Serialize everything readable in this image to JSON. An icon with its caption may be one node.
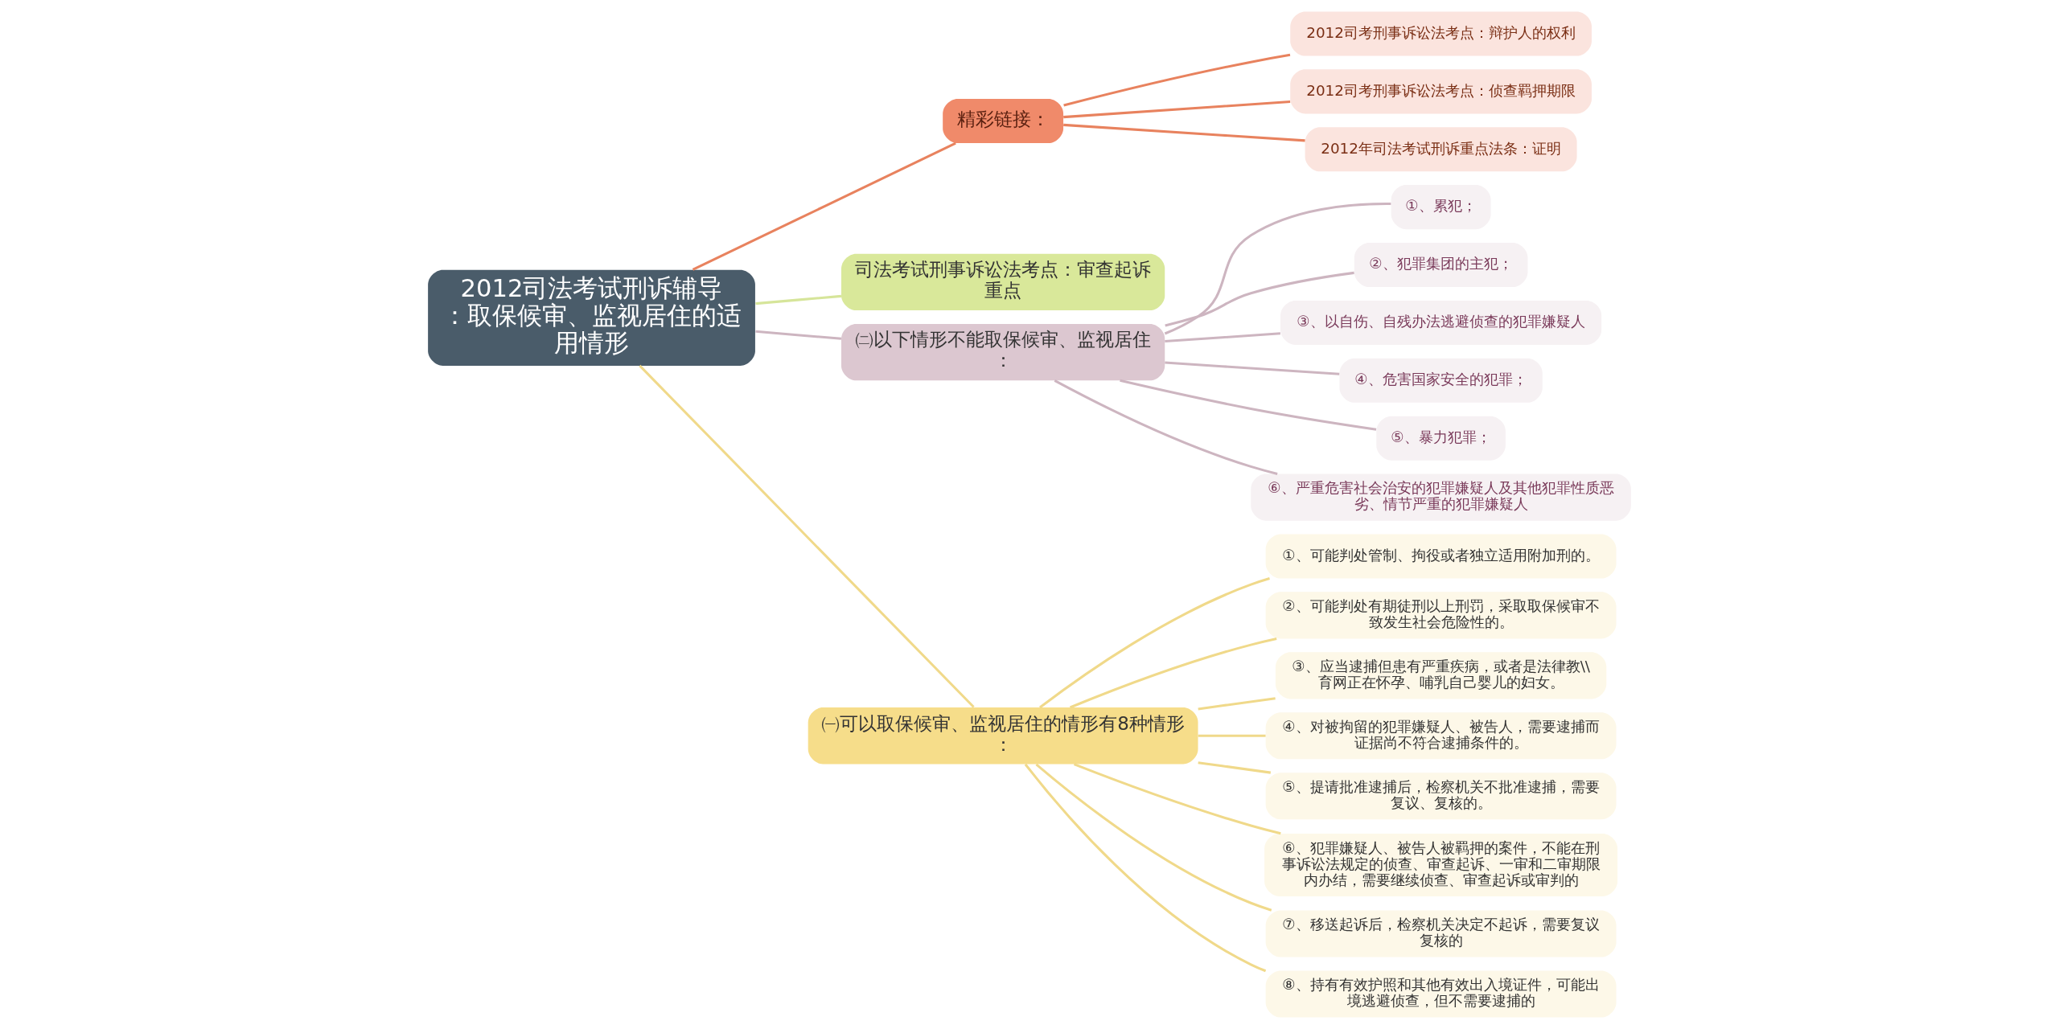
{
  "diagram": {
    "nodes": [
      {
        "text": [
          "2012司法考试刑诉辅导：取保候审、监视居住的适用情形"
        ]
      },
      {
        "text": [
          "精彩链接："
        ]
      },
      {
        "text": [
          "2012司考刑事诉讼法考点：辩护人的权利"
        ]
      },
      {
        "text": [
          "2012司考刑事诉讼法考点：侦查羁押期限"
        ]
      },
      {
        "text": [
          "2012年司法考试刑诉重点法条：证明"
        ]
      },
      {
        "text": [
          "司法考试刑事诉讼法考点：审查起诉重点"
        ]
      },
      {
        "text": [
          "㈡以下情形不能取保候审、监视居住："
        ]
      },
      {
        "text": [
          "①、累犯；"
        ]
      },
      {
        "text": [
          "②、犯罪集团的主犯；"
        ]
      },
      {
        "text": [
          "③、以自伤、自残办法逃避侦查的犯罪嫌疑人"
        ]
      },
      {
        "text": [
          "④、危害国家安全的犯罪；"
        ]
      },
      {
        "text": [
          "⑤、暴力犯罪；"
        ]
      },
      {
        "text": [
          "⑥、严重危害社会治安的犯罪嫌疑人及其他犯罪性质恶劣、情节严重的犯罪嫌疑人"
        ]
      },
      {
        "text": [
          "㈠可以取保候审、监视居住的情形有8种情形："
        ]
      },
      {
        "text": [
          "①、可能判处管制、拘役或者独立适用附加刑的。"
        ]
      },
      {
        "text": [
          "②、可能判处有期徒刑以上刑罚，采取取保候审不致发生社会危险性的。"
        ]
      },
      {
        "text": [
          "③、应当逮捕但患有严重疾病，或者是法律教\\\\育网正在怀孕、哺乳自己婴儿的妇女。"
        ]
      },
      {
        "text": [
          "④、对被拘留的犯罪嫌疑人、被告人，需要逮捕而证据尚不符合逮捕条件的。"
        ]
      },
      {
        "text": [
          "⑤、提请批准逮捕后，检察机关不批准逮捕，需要复议、复核的。"
        ]
      },
      {
        "text": [
          "⑥、犯罪嫌疑人、被告人被羁押的案件，不能在刑事诉讼法规定的侦查、审查起诉、一审和二审期限内办结，需要继续侦查、审查起诉或审判的"
        ]
      },
      {
        "text": [
          "⑦、移送起诉后，检察机关决定不起诉，需要复议复核的"
        ]
      },
      {
        "text": [
          "⑧、持有有效护照和其他有效出入境证件，可能出境逃避侦查，但不需要逮捕的"
        ]
      }
    ],
    "edges": [
      {
        "from": 0,
        "to": 1,
        "arrow": "none",
        "color": "#e8825e"
      },
      {
        "from": 1,
        "to": 2,
        "arrow": "none",
        "color": "#e8825e"
      },
      {
        "from": 1,
        "to": 3,
        "arrow": "none",
        "color": "#e8825e"
      },
      {
        "from": 1,
        "to": 4,
        "arrow": "none",
        "color": "#e8825e"
      },
      {
        "from": 0,
        "to": 5,
        "arrow": "none",
        "color": "#d6e59a"
      },
      {
        "from": 0,
        "to": 6,
        "arrow": "none",
        "color": "#cdb5c0"
      },
      {
        "from": 6,
        "to": 7,
        "arrow": "none",
        "color": "#cdb5c0"
      },
      {
        "from": 6,
        "to": 8,
        "arrow": "none",
        "color": "#cdb5c0"
      },
      {
        "from": 6,
        "to": 9,
        "arrow": "none",
        "color": "#cdb5c0"
      },
      {
        "from": 6,
        "to": 10,
        "arrow": "none",
        "color": "#cdb5c0"
      },
      {
        "from": 6,
        "to": 11,
        "arrow": "none",
        "color": "#cdb5c0"
      },
      {
        "from": 6,
        "to": 12,
        "arrow": "none",
        "color": "#cdb5c0"
      },
      {
        "from": 0,
        "to": 13,
        "arrow": "none"
      },
      {
        "from": 13,
        "to": 14,
        "arrow": "none"
      },
      {
        "from": 13,
        "to": 15,
        "arrow": "none"
      },
      {
        "from": 13,
        "to": 16,
        "arrow": "none"
      },
      {
        "from": 13,
        "to": 17,
        "arrow": "none"
      },
      {
        "from": 13,
        "to": 18,
        "arrow": "none"
      },
      {
        "from": 13,
        "to": 19,
        "arrow": "none"
      },
      {
        "from": 13,
        "to": 20,
        "arrow": "none"
      },
      {
        "from": 13,
        "to": 21,
        "arrow": "none"
      }
    ]
  }
}
